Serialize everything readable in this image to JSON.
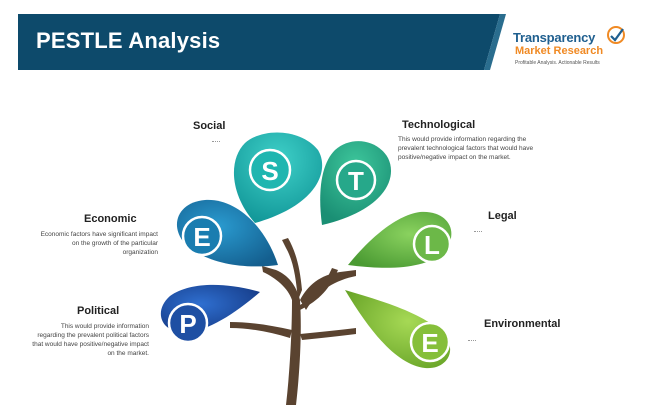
{
  "header": {
    "title": "PESTLE Analysis",
    "banner_color": "#0d4a6b"
  },
  "logo": {
    "line1": "Transparency",
    "line2": "Market Research",
    "tagline": "Profitable Analysis. Actionable Results",
    "colors": {
      "primary": "#1f5f8f",
      "accent": "#f08a24"
    }
  },
  "factors": {
    "social": {
      "letter": "S",
      "title": "Social",
      "description": "",
      "color": "#1fb6b0"
    },
    "technological": {
      "letter": "T",
      "title": "Technological",
      "description": "This would provide information regarding the prevalent technological factors that would have positive/negative impact on the market.",
      "color": "#26a88a"
    },
    "economic": {
      "letter": "E",
      "title": "Economic",
      "description": "Economic factors have significant impact on the growth of the particular organization",
      "color": "#1a7db0"
    },
    "legal": {
      "letter": "L",
      "title": "Legal",
      "description": "",
      "color": "#6cb848"
    },
    "political": {
      "letter": "P",
      "title": "Political",
      "description": "This would provide information regarding the prevalent political factors that would have positive/negative impact on the market.",
      "color": "#1e4fa3"
    },
    "environmental": {
      "letter": "E",
      "title": "Environmental",
      "description": "",
      "color": "#86bf3a"
    }
  },
  "trunk_color": "#5a4330"
}
